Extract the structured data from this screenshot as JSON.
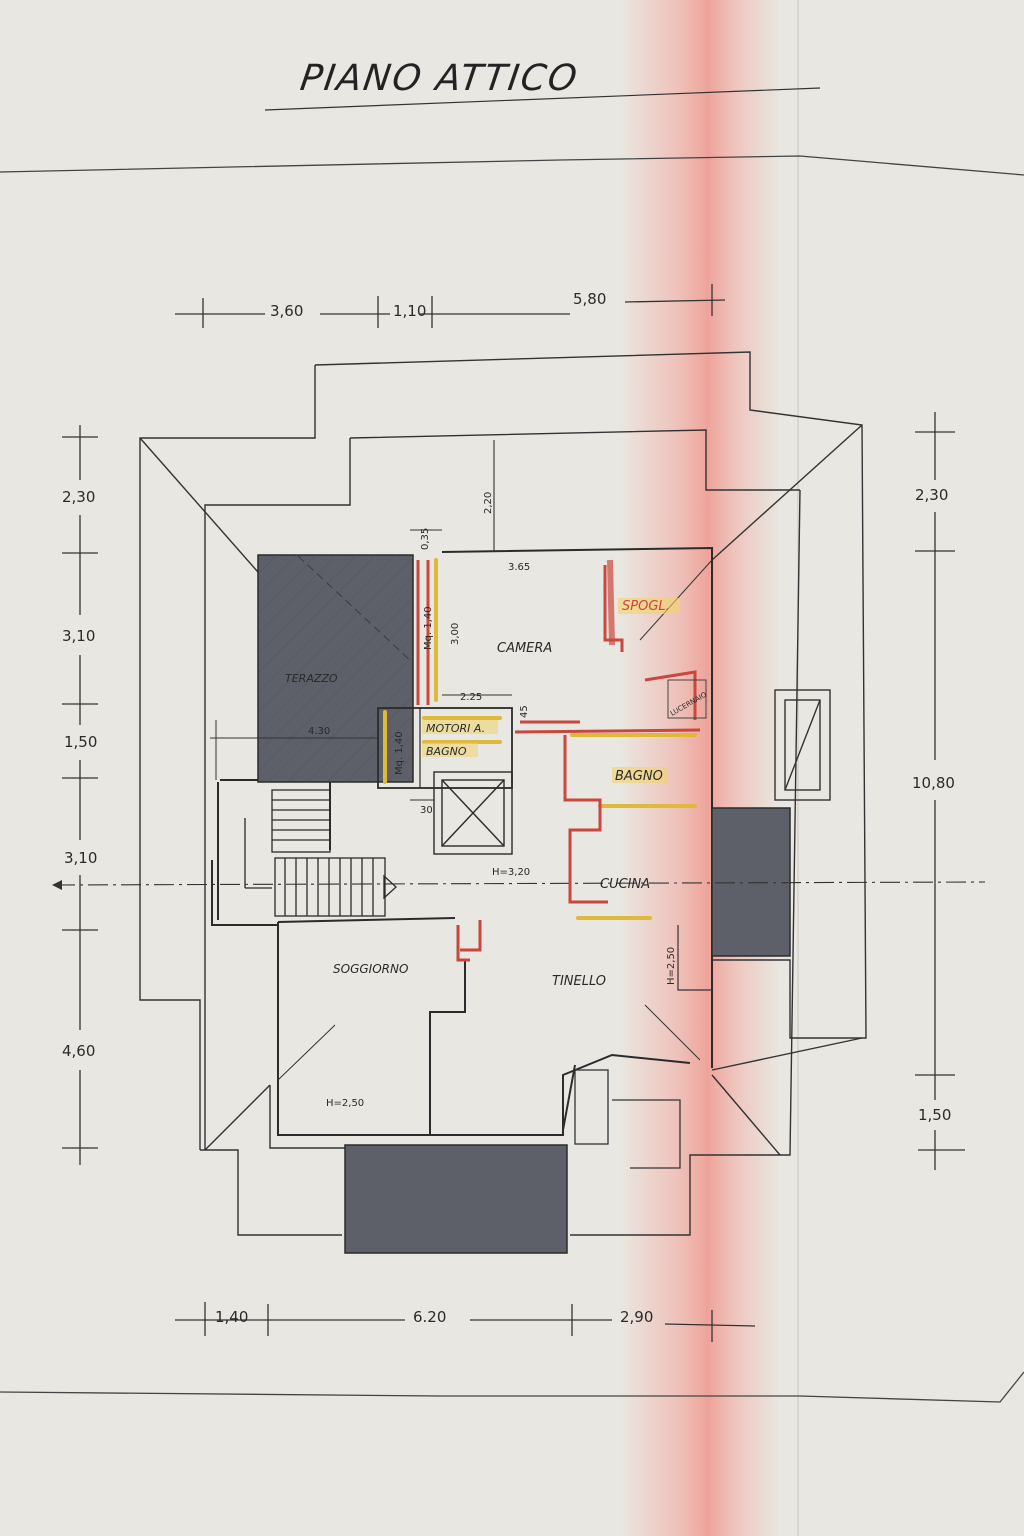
{
  "title": "PIANO  ATTICO",
  "colors": {
    "paper": "#e9e7e1",
    "ink": "#2b2b2b",
    "terrace_fill": "#5d6069",
    "red_pencil": "#c9473e",
    "yellow_pencil": "#e0b83a",
    "fold_tint": "#f08a80"
  },
  "dimensions": {
    "top": [
      "3,60",
      "1,10",
      "5,80"
    ],
    "bottom": [
      "1,40",
      "6.20",
      "2,90"
    ],
    "left": [
      "2,30",
      "3,10",
      "1,50",
      "3,10",
      "4,60"
    ],
    "right": [
      "2,30",
      "10,80",
      "1,50"
    ],
    "inner": {
      "d_2_20": "2,20",
      "d_0_35": "0,35",
      "d_3_65": "3.65",
      "d_mq_1_40_top": "Mq. 1,40",
      "d_3_00": "3,00",
      "d_2_25": "2.25",
      "d_45": "45",
      "d_4_30": "4.30",
      "d_mq_1_40_mid": "Mq. 1,40",
      "d_30": "30",
      "h_3_20": "H=3,20",
      "h_2_50_tinello": "H=2,50",
      "h_2_50_soggiorno": "H=2,50"
    }
  },
  "rooms": {
    "camera": "CAMERA",
    "spogliatoio": "SPOGL.",
    "lucernaio": "LUCERNAIO",
    "terrazzo": "TERAZZO",
    "motori_a": "MOTORI A.",
    "bagno_small": "BAGNO",
    "bagno": "BAGNO",
    "cucina": "CUCINA",
    "soggiorno": "SOGGIORNO",
    "tinello": "TINELLO"
  },
  "icons": [
    "section-arrow-icon",
    "stair-direction-arrow-icon",
    "elevator-cross-icon"
  ]
}
